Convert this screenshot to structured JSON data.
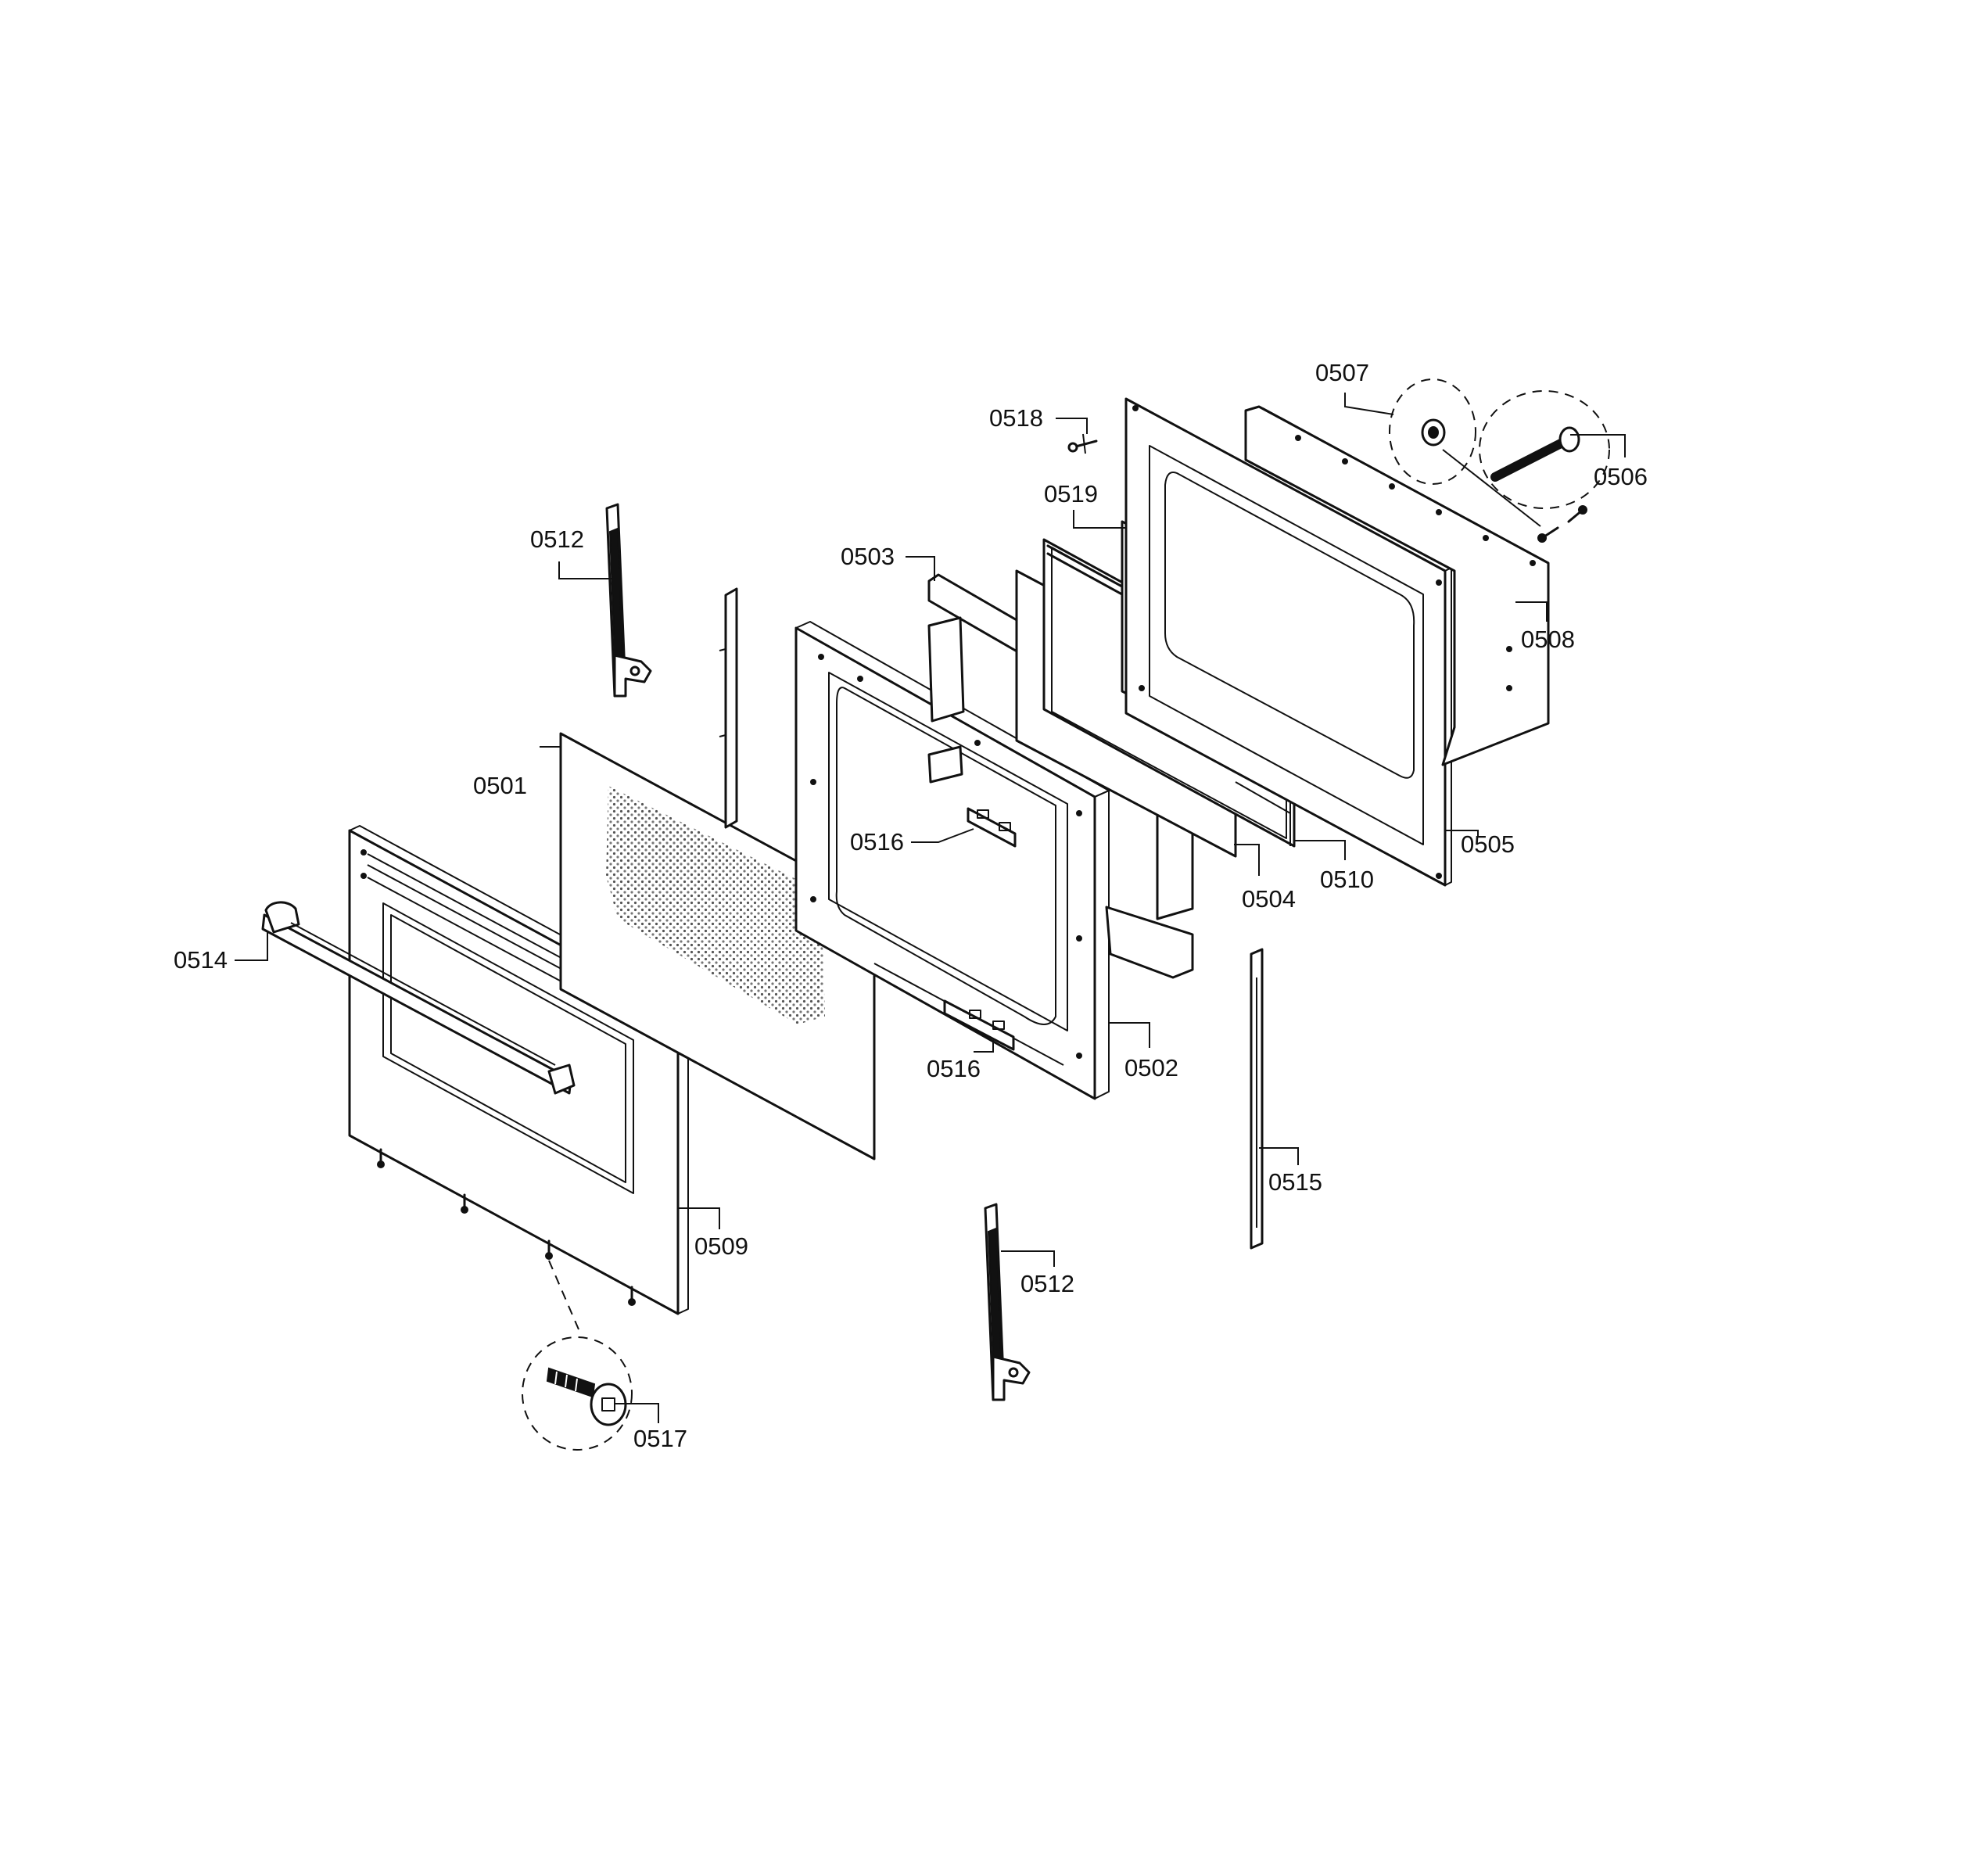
{
  "labels": {
    "p0501": "0501",
    "p0502": "0502",
    "p0503": "0503",
    "p0504": "0504",
    "p0505": "0505",
    "p0506": "0506",
    "p0507": "0507",
    "p0508": "0508",
    "p0509": "0509",
    "p0510": "0510",
    "p0512_top": "0512",
    "p0512_bottom": "0512",
    "p0514": "0514",
    "p0515": "0515",
    "p0516_upper": "0516",
    "p0516_lower": "0516",
    "p0517": "0517",
    "p0518": "0518",
    "p0519": "0519"
  },
  "icons": {
    "screw_detail": "screw-icon",
    "washer_detail": "washer-icon",
    "bolt_detail": "bolt-icon",
    "hinge": "hinge-icon"
  }
}
